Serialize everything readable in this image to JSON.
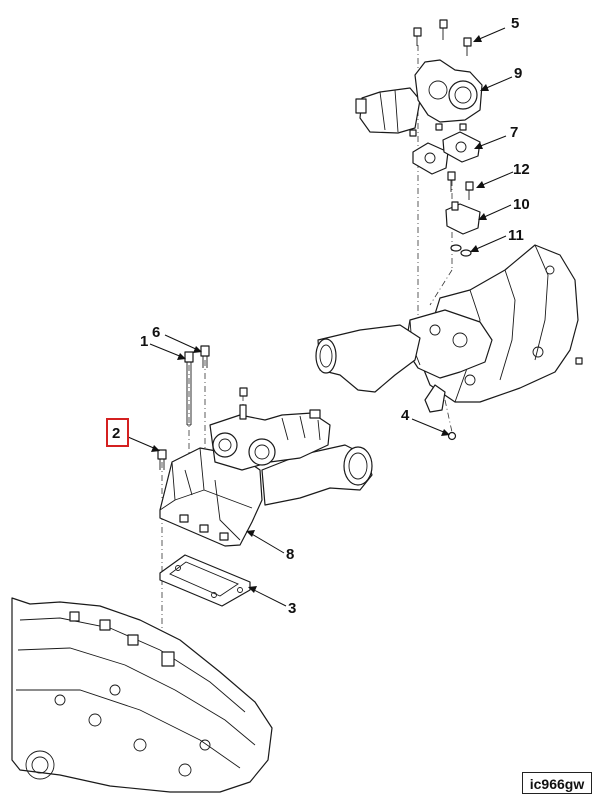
{
  "diagram": {
    "callouts": {
      "c1": "1",
      "c2": "2",
      "c3": "3",
      "c4": "4",
      "c5": "5",
      "c6": "6",
      "c7": "7",
      "c8": "8",
      "c9": "9",
      "c10": "10",
      "c11": "11",
      "c12": "12"
    },
    "highlight_color": "#d42020",
    "figure_id": "ic966gw"
  }
}
